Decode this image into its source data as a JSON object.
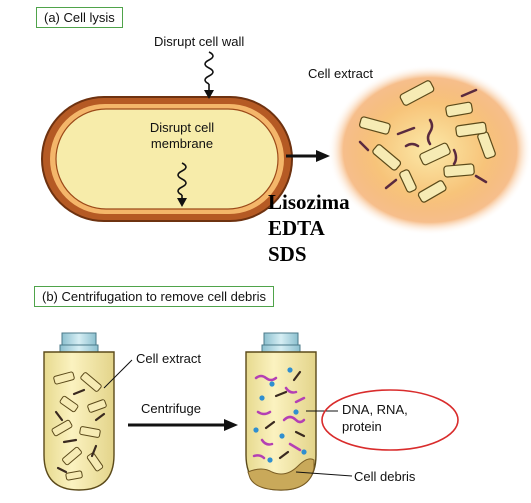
{
  "panel_a": {
    "title": "(a) Cell lysis",
    "wall_label": "Disrupt cell wall",
    "membrane_label_line1": "Disrupt cell",
    "membrane_label_line2": "membrane",
    "extract_label": "Cell extract",
    "reagents": [
      "Lisozima",
      "EDTA",
      "SDS"
    ]
  },
  "panel_b": {
    "title": "(b) Centrifugation to remove cell debris",
    "extract_label": "Cell extract",
    "centrifuge_label": "Centrifuge",
    "products_line1": "DNA, RNA,",
    "products_line2": "protein",
    "debris_label": "Cell debris"
  },
  "colors": {
    "label_border": "#4fa34a",
    "cell_fill": "#f6ea9d",
    "cell_wall": "#9c4a19",
    "highlight_ellipse": "#d92c2c",
    "extract_glow": "#f3a35a",
    "tube_cap": "#a9d3df"
  }
}
